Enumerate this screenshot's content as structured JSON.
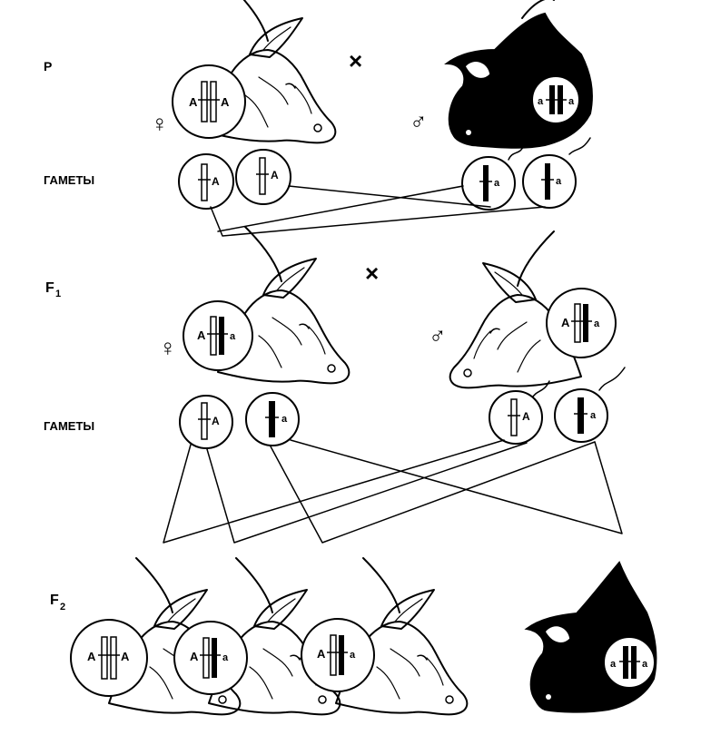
{
  "generations": {
    "parental": {
      "label": "P",
      "cross": "×"
    },
    "gametes_p": {
      "label": "ГАМЕТЫ"
    },
    "f1": {
      "label": "F",
      "sub": "1",
      "cross": "×"
    },
    "gametes_f1": {
      "label": "ГАМЕТЫ"
    },
    "f2": {
      "label": "F",
      "sub": "2"
    }
  },
  "symbols": {
    "female": "♀",
    "male": "♂"
  },
  "genotypes": {
    "p_female": [
      "A",
      "A"
    ],
    "p_male": [
      "a",
      "a"
    ],
    "p_female_gametes": [
      "A",
      "A"
    ],
    "p_male_gametes": [
      "a",
      "a"
    ],
    "f1_female": [
      "A",
      "a"
    ],
    "f1_male": [
      "A",
      "a"
    ],
    "f1_female_gametes": [
      "A",
      "a"
    ],
    "f1_male_gametes": [
      "A",
      "a"
    ],
    "f2_1": [
      "A",
      "A"
    ],
    "f2_2": [
      "A",
      "a"
    ],
    "f2_3": [
      "A",
      "a"
    ],
    "f2_4": [
      "a",
      "a"
    ]
  },
  "colors": {
    "ink": "#000000",
    "paper": "#ffffff"
  }
}
